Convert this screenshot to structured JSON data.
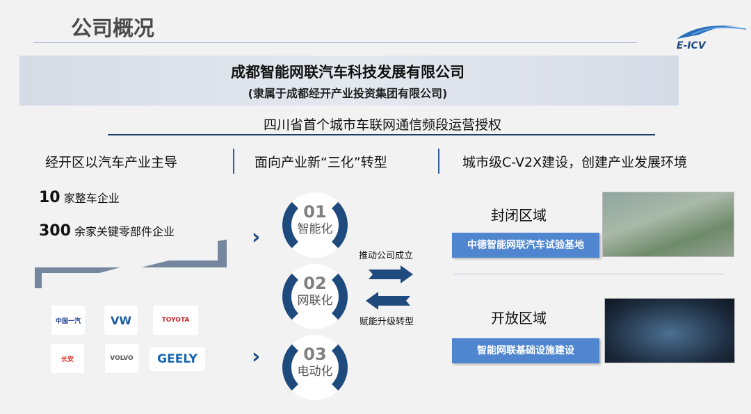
{
  "header": {
    "title": "公司概况",
    "logo_text": "E-ICV"
  },
  "banner": {
    "company": "成都智能网联汽车科技发展有限公司",
    "subtitle": "(隶属于成都经开产业投资集团有限公司)"
  },
  "authorization": "四川省首个城市车联网通信频段运营授权",
  "columns": [
    "经开区以汽车产业主导",
    "面向产业新“三化”转型",
    "城市级C-V2X建设，创建产业发展环境"
  ],
  "stats": [
    {
      "num": "10",
      "label": "家整车企业"
    },
    {
      "num": "300",
      "label": "余家关键零部件企业"
    }
  ],
  "brands": [
    "中国一汽",
    "VW",
    "TOYOTA",
    "长安",
    "VOLVO",
    "GEELY"
  ],
  "transforms": [
    {
      "num": "01",
      "label": "智能化"
    },
    {
      "num": "02",
      "label": "网联化"
    },
    {
      "num": "03",
      "label": "电动化"
    }
  ],
  "arrows": {
    "forward": "推动公司成立",
    "backward": "赋能升级转型"
  },
  "zones": [
    {
      "title": "封闭区域",
      "button": "中德智能网联汽车试验基地"
    },
    {
      "title": "开放区域",
      "button": "智能网联基础设施建设"
    }
  ],
  "colors": {
    "navy": "#1f4a7d",
    "accent": "#4f86cf"
  }
}
